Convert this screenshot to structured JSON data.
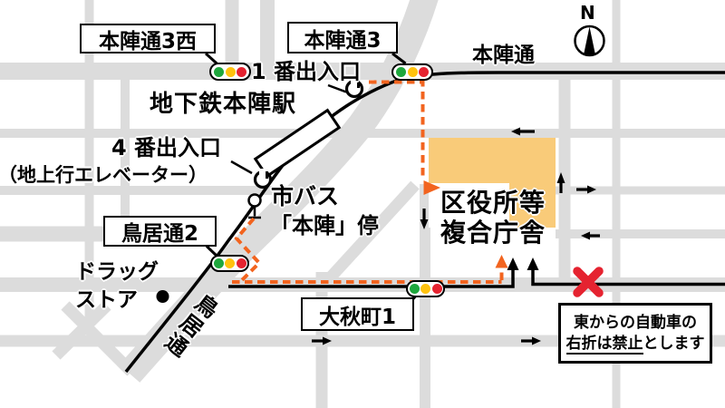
{
  "map": {
    "title_note": "access map",
    "colors": {
      "road": "#dcdcdc",
      "building": "#f9cb79",
      "route": "#f2641f",
      "sig_green": "#1fa73d",
      "sig_yellow": "#ffc20e",
      "sig_red": "#e52330",
      "prohibit": "#e52330"
    },
    "labels": {
      "intersection_honjin3_west": "本陣通3西",
      "intersection_honjin3": "本陣通3",
      "street_honjindori": "本陣通",
      "exit1": "1 番出入口",
      "station": "地下鉄本陣駅",
      "exit4": "4 番出入口",
      "exit4_note": "（地上行エレベーター）",
      "citybus": "市バス",
      "busstop": "「本陣」停",
      "intersection_toriidori2": "鳥居通2",
      "drugstore_line1": "ドラッグ",
      "drugstore_line2": "ストア",
      "street_toriidori": "鳥居通",
      "intersection_oakicho1": "大秋町1",
      "building_line1": "区役所等",
      "building_line2": "複合庁舎",
      "compass_north": "N"
    },
    "notice": {
      "line1": "東からの自動車の",
      "line2_underlined": "右折は禁止",
      "line2_rest": "とします"
    },
    "icons": [
      "traffic-light-icon",
      "subway-entrance-icon",
      "bus-stop-icon",
      "compass-icon",
      "north-needle-icon",
      "prohibit-x-icon",
      "one-way-arrow-icon",
      "route-arrow-icon",
      "store-dot-icon"
    ],
    "traffic_light_order": [
      "green",
      "yellow",
      "red"
    ]
  }
}
